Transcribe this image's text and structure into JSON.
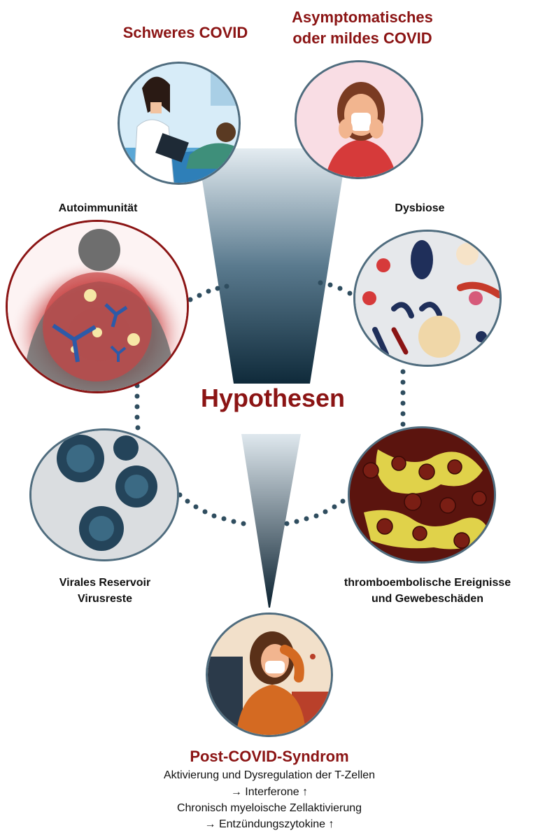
{
  "labels": {
    "severe": "Schweres COVID",
    "mild_line1": "Asymptomatisches",
    "mild_line2": "oder mildes COVID",
    "autoimmunity": "Autoimmunität",
    "dysbiosis": "Dysbiose",
    "center": "Hypothesen",
    "viral_line1": "Virales Reservoir",
    "viral_line2": "Virusreste",
    "thrombo_line1": "thromboembolische Ereignisse",
    "thrombo_line2": "und Gewebeschäden"
  },
  "bottom": {
    "title": "Post-COVID-Syndrom",
    "line1": "Aktivierung und Dysregulation der T-Zellen",
    "line2": "→ Interferone ↑",
    "line3": "Chronisch myeloische Zellaktivierung",
    "line4": "→ Entzündungszytokine ↑"
  },
  "colors": {
    "accent": "#8b1414",
    "funnel_top": "#dde6ec",
    "funnel_bottom": "#0f2a3a",
    "circle_border": "#4f6c7e",
    "dot": "#2f4d5f"
  }
}
